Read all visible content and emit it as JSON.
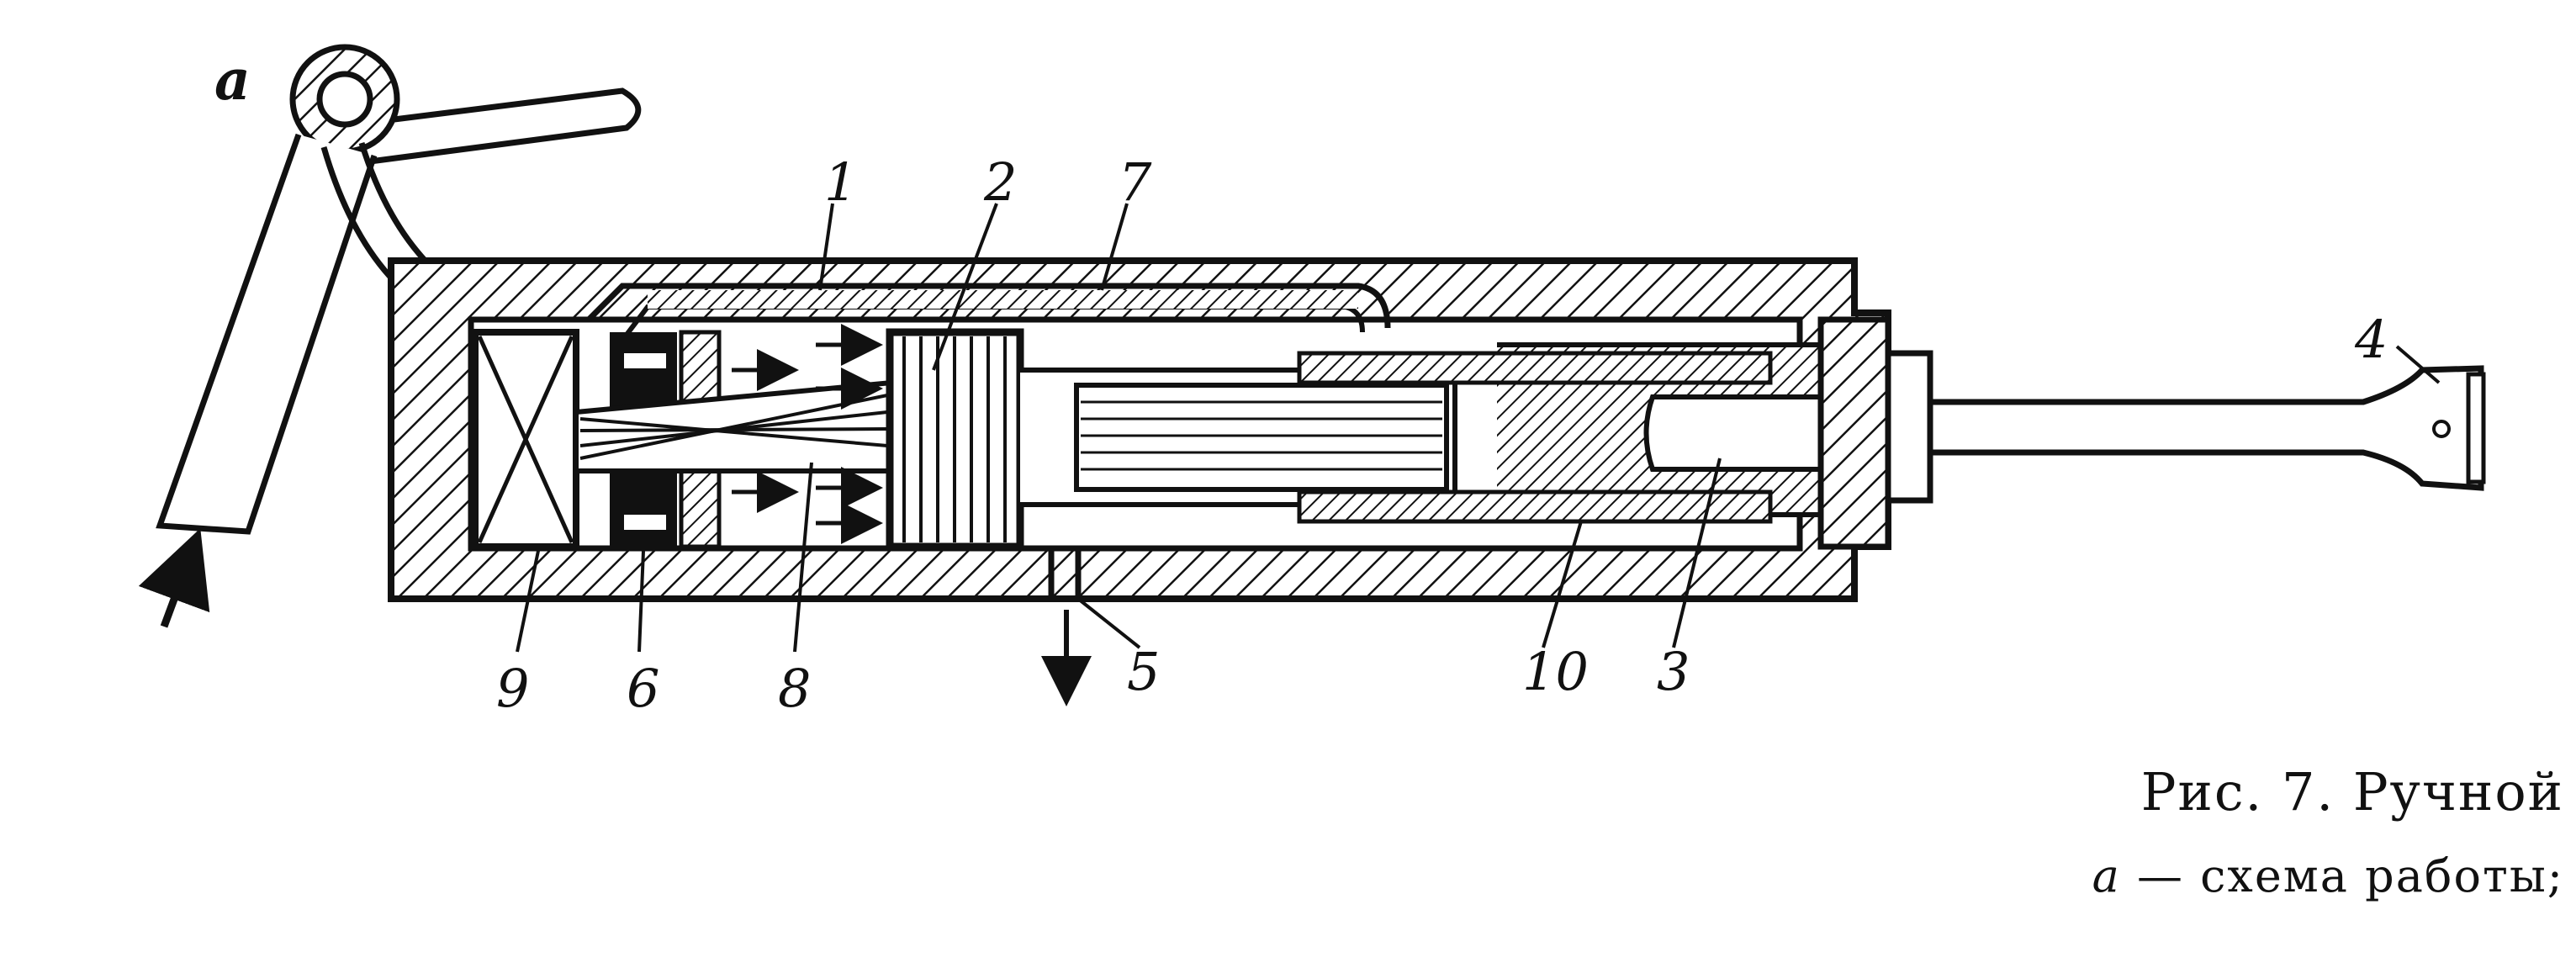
{
  "figure": {
    "view_label": "a",
    "part_labels": [
      "1",
      "2",
      "7",
      "4",
      "9",
      "6",
      "8",
      "5",
      "10",
      "3"
    ],
    "caption_line1": "Рис. 7. Ручной",
    "caption_line2_letter": "a",
    "caption_line2_text": "— схема работы;"
  },
  "colors": {
    "ink": "#111111",
    "paper": "#ffffff"
  }
}
